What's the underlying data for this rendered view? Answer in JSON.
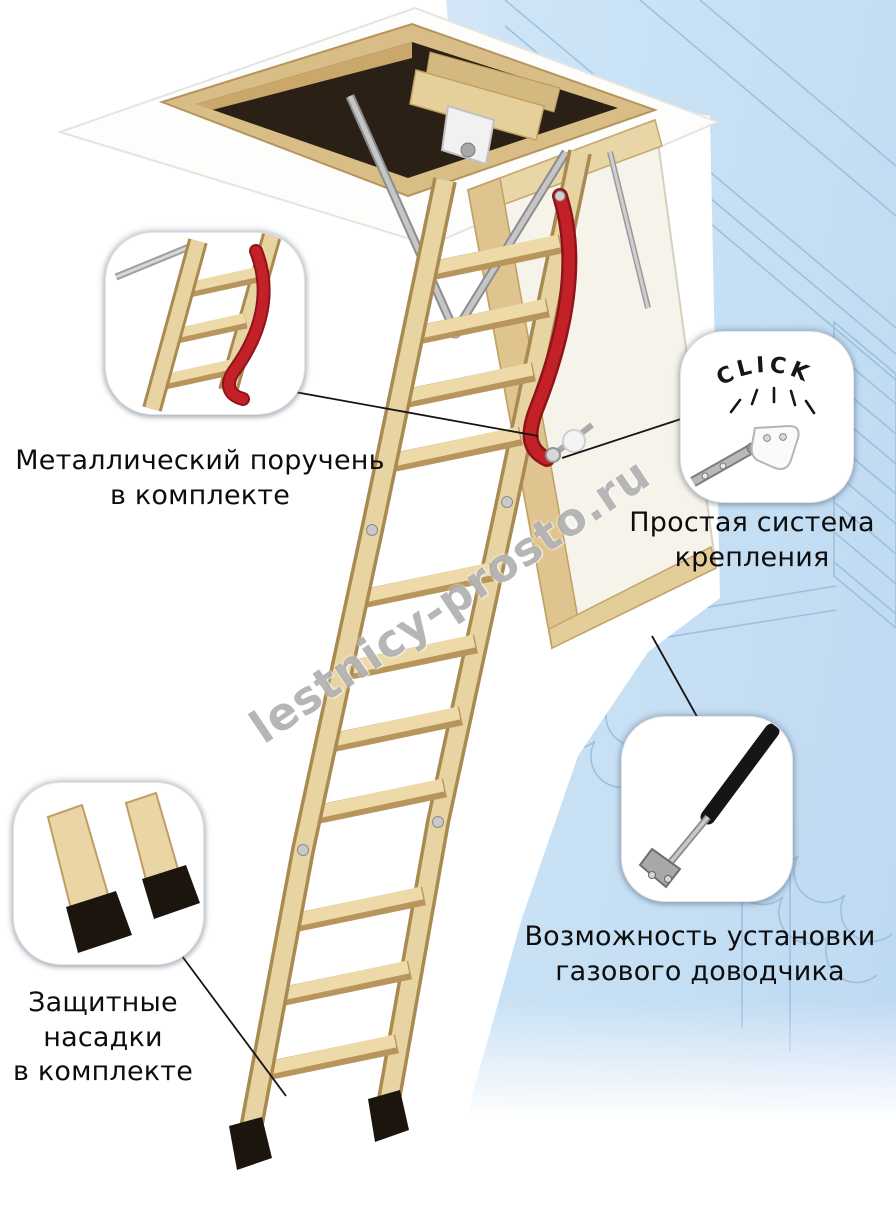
{
  "watermark": {
    "text": "lestnicy-prosto.ru"
  },
  "callouts": {
    "handrail": {
      "label": "Металлический поручень\nв комплекте"
    },
    "fastening": {
      "label": "Простая система\nкрепления",
      "click_text": "CLICK"
    },
    "gas_strut": {
      "label": "Возможность установки\nгазового доводчика"
    },
    "feet": {
      "label": "Защитные\nнасадки\nв комплекте"
    }
  },
  "colors": {
    "handrail_red": "#c22128",
    "wood_light": "#e8d4a2",
    "blueprint_blue": "#9cc0de",
    "background_blue": "#cde4f6"
  }
}
